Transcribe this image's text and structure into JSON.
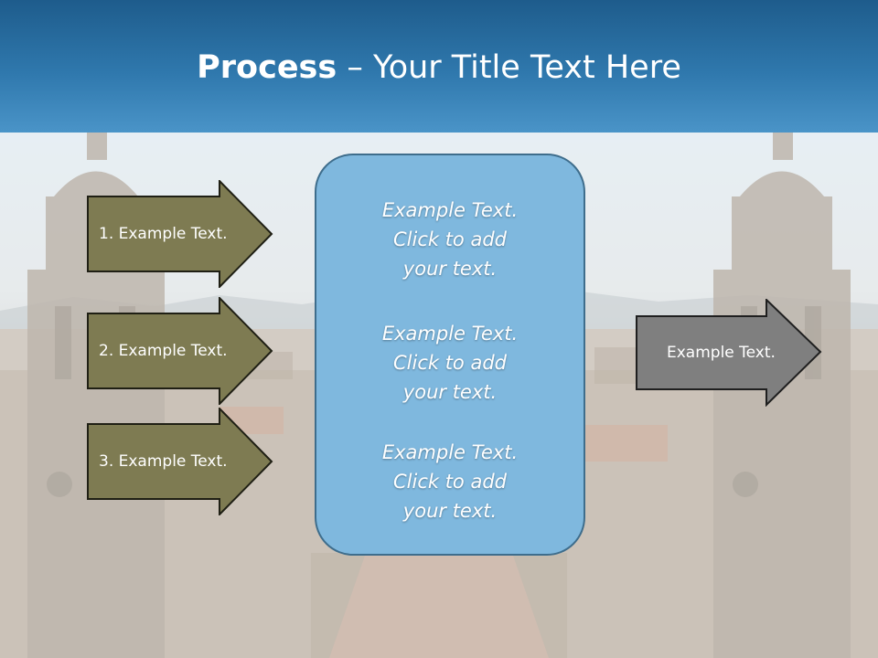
{
  "header": {
    "title_bold": "Process",
    "title_rest": " – Your Title Text Here"
  },
  "left_arrows": [
    {
      "label": "1. Example Text."
    },
    {
      "label": "2. Example Text."
    },
    {
      "label": "3. Example Text."
    }
  ],
  "center_box": {
    "blocks": [
      {
        "line1": "Example Text.",
        "line2": "Click  to add",
        "line3": "your text."
      },
      {
        "line1": "Example Text.",
        "line2": "Click  to add",
        "line3": "your text."
      },
      {
        "line1": "Example Text.",
        "line2": "Click  to add",
        "line3": "your text."
      }
    ]
  },
  "right_arrow": {
    "label": "Example Text."
  },
  "colors": {
    "header": "#2f78ad",
    "left_arrow_fill": "#7e7b52",
    "right_arrow_fill": "#7f7f7f",
    "center_box_fill": "#7fb8de"
  }
}
